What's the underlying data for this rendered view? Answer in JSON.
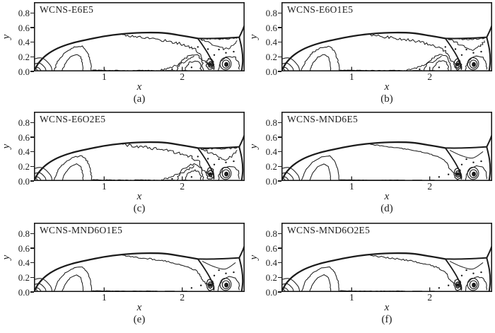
{
  "figure": {
    "background": "#ffffff",
    "ink": "#1c1c1c"
  },
  "chart_data": {
    "type": "heatmap",
    "note": "3x2 grid of density contour plots of a double Mach reflection computed with six WCNS schemes",
    "grid": {
      "rows": 3,
      "cols": 2
    },
    "axes": {
      "xlabel": "x",
      "ylabel": "y",
      "x_tick_values": [
        1,
        2
      ],
      "x_tick_labels": [
        "1",
        "2"
      ],
      "y_tick_values": [
        0.8,
        0.6,
        0.4,
        0.2,
        0.0
      ],
      "y_tick_labels": [
        "0.8",
        "0.6",
        "0.4",
        "0.2",
        "0.0"
      ],
      "x_range": [
        0.1,
        2.8
      ],
      "y_range": [
        0.0,
        0.95
      ],
      "grid_lines": false
    },
    "panels": [
      {
        "id": "a",
        "title": "WCNS-E6E5",
        "sublabel": "(a)",
        "family": "e6",
        "jitter": 1.0
      },
      {
        "id": "b",
        "title": "WCNS-E6O1E5",
        "sublabel": "(b)",
        "family": "e6",
        "jitter": 0.95
      },
      {
        "id": "c",
        "title": "WCNS-E6O2E5",
        "sublabel": "(c)",
        "family": "e6",
        "jitter": 1.05
      },
      {
        "id": "d",
        "title": "WCNS-MND6E5",
        "sublabel": "(d)",
        "family": "mnd",
        "jitter": 0.25
      },
      {
        "id": "e",
        "title": "WCNS-MND6O1E5",
        "sublabel": "(e)",
        "family": "mnd",
        "jitter": 0.5
      },
      {
        "id": "f",
        "title": "WCNS-MND6O2E5",
        "sublabel": "(f)",
        "family": "mnd",
        "jitter": 0.5
      }
    ],
    "features": [
      {
        "name": "bow-shock",
        "kind": "smooth",
        "family": "all",
        "lw": 2.3,
        "pts": [
          [
            0.1,
            0.0
          ],
          [
            0.16,
            0.115
          ],
          [
            0.26,
            0.225
          ],
          [
            0.4,
            0.315
          ],
          [
            0.58,
            0.385
          ],
          [
            0.8,
            0.44
          ],
          [
            1.05,
            0.49
          ],
          [
            1.3,
            0.52
          ],
          [
            1.55,
            0.532
          ],
          [
            1.78,
            0.525
          ],
          [
            2.0,
            0.49
          ],
          [
            2.2,
            0.452
          ]
        ]
      },
      {
        "name": "triple-point-bridge",
        "kind": "smooth",
        "family": "all",
        "lw": 2.0,
        "pts": [
          [
            2.2,
            0.452
          ],
          [
            2.38,
            0.452
          ],
          [
            2.56,
            0.458
          ],
          [
            2.73,
            0.468
          ]
        ]
      },
      {
        "name": "incident-shock",
        "kind": "smooth",
        "family": "all",
        "lw": 2.0,
        "pts": [
          [
            2.73,
            0.468
          ],
          [
            2.78,
            0.585
          ],
          [
            2.83,
            0.73
          ]
        ]
      },
      {
        "name": "mach-stem",
        "kind": "smooth",
        "family": "all",
        "lw": 2.0,
        "pts": [
          [
            2.73,
            0.468
          ],
          [
            2.765,
            0.3
          ],
          [
            2.775,
            0.14
          ],
          [
            2.76,
            0.0
          ]
        ]
      },
      {
        "name": "reflected-shock",
        "kind": "smooth",
        "family": "all",
        "lw": 1.8,
        "pts": [
          [
            2.2,
            0.452
          ],
          [
            2.27,
            0.345
          ],
          [
            2.345,
            0.215
          ],
          [
            2.4,
            0.09
          ],
          [
            2.405,
            0.03
          ]
        ]
      },
      {
        "name": "slip-line",
        "kind": "jaggy",
        "family": "all",
        "lw": 1.05,
        "amp": 0.02,
        "pts": [
          [
            1.24,
            0.503
          ],
          [
            1.42,
            0.475
          ],
          [
            1.62,
            0.45
          ],
          [
            1.82,
            0.415
          ],
          [
            1.98,
            0.378
          ],
          [
            2.1,
            0.335
          ],
          [
            2.18,
            0.29
          ],
          [
            2.225,
            0.245
          ]
        ]
      },
      {
        "name": "slip-tail",
        "kind": "jaggy",
        "family": "all",
        "lw": 1.05,
        "amp": 0.014,
        "pts": [
          [
            2.225,
            0.245
          ],
          [
            2.245,
            0.18
          ],
          [
            2.3,
            0.12
          ],
          [
            2.355,
            0.085
          ]
        ]
      },
      {
        "name": "fan-ring",
        "kind": "ellipse",
        "family": "all",
        "lw": 1.05,
        "c": [
          0.125,
          0.012
        ],
        "r": [
          0.018,
          0.02
        ]
      },
      {
        "name": "fan-arc-1",
        "kind": "smooth",
        "family": "all",
        "lw": 1.05,
        "pts": [
          [
            0.092,
            0.004
          ],
          [
            0.105,
            0.04
          ],
          [
            0.15,
            0.054
          ],
          [
            0.182,
            0.025
          ],
          [
            0.19,
            0.004
          ]
        ]
      },
      {
        "name": "fan-arc-2",
        "kind": "smooth",
        "family": "all",
        "lw": 1.05,
        "pts": [
          [
            0.051,
            0.004
          ],
          [
            0.077,
            0.084
          ],
          [
            0.172,
            0.113
          ],
          [
            0.24,
            0.052
          ],
          [
            0.256,
            0.004
          ]
        ]
      },
      {
        "name": "fan-arc-3",
        "kind": "smooth",
        "family": "all",
        "lw": 1.05,
        "pts": [
          [
            0.0,
            0.004
          ],
          [
            0.045,
            0.136
          ],
          [
            0.198,
            0.184
          ],
          [
            0.308,
            0.085
          ],
          [
            0.334,
            0.004
          ]
        ]
      },
      {
        "name": "expansion-loop-inner",
        "kind": "jaggy",
        "family": "all",
        "lw": 1.05,
        "amp": 0.006,
        "pts": [
          [
            0.46,
            0.004
          ],
          [
            0.5,
            0.11
          ],
          [
            0.565,
            0.195
          ],
          [
            0.645,
            0.235
          ],
          [
            0.7,
            0.2
          ],
          [
            0.725,
            0.1
          ],
          [
            0.73,
            0.004
          ]
        ]
      },
      {
        "name": "expansion-loop-outer",
        "kind": "jaggy",
        "family": "all",
        "lw": 1.05,
        "amp": 0.008,
        "pts": [
          [
            0.355,
            0.004
          ],
          [
            0.41,
            0.15
          ],
          [
            0.5,
            0.26
          ],
          [
            0.615,
            0.33
          ],
          [
            0.72,
            0.345
          ],
          [
            0.785,
            0.27
          ],
          [
            0.825,
            0.15
          ],
          [
            0.84,
            0.004
          ]
        ]
      },
      {
        "name": "wall-contour",
        "kind": "jaggy",
        "family": "all",
        "lw": 1.0,
        "amp": 0.004,
        "pts": [
          [
            0.85,
            0.018
          ],
          [
            1.05,
            0.014
          ],
          [
            1.3,
            0.012
          ],
          [
            1.55,
            0.014
          ],
          [
            1.68,
            0.012
          ]
        ]
      },
      {
        "name": "wall-dash-1",
        "kind": "smooth",
        "family": "all",
        "lw": 1.0,
        "pts": [
          [
            1.78,
            0.012
          ],
          [
            1.9,
            0.012
          ]
        ]
      },
      {
        "name": "wall-dash-2",
        "kind": "smooth",
        "family": "all",
        "lw": 1.0,
        "pts": [
          [
            2.0,
            0.012
          ],
          [
            2.06,
            0.012
          ]
        ]
      },
      {
        "name": "vortex-ring-1",
        "kind": "ellipse",
        "family": "all",
        "lw": 1.1,
        "c": [
          2.565,
          0.095
        ],
        "r": [
          0.022,
          0.028
        ]
      },
      {
        "name": "vortex-ring-2",
        "kind": "ellipse",
        "family": "all",
        "lw": 1.1,
        "c": [
          2.56,
          0.1
        ],
        "r": [
          0.047,
          0.055
        ]
      },
      {
        "name": "vortex-ring-3",
        "kind": "ellipse",
        "family": "all",
        "lw": 1.1,
        "c": [
          2.555,
          0.105
        ],
        "r": [
          0.072,
          0.083
        ]
      },
      {
        "name": "vortex-outer-loop",
        "kind": "jaggy",
        "family": "all",
        "lw": 1.05,
        "amp": 0.01,
        "pts": [
          [
            2.46,
            0.004
          ],
          [
            2.47,
            0.09
          ],
          [
            2.52,
            0.17
          ],
          [
            2.6,
            0.21
          ],
          [
            2.68,
            0.19
          ],
          [
            2.725,
            0.12
          ],
          [
            2.73,
            0.03
          ]
        ]
      },
      {
        "name": "vortex-core",
        "kind": "dot",
        "family": "all",
        "r": 2.4,
        "p": [
          2.565,
          0.095
        ]
      },
      {
        "name": "cluster-loop-1",
        "kind": "jaggy",
        "family": "all",
        "lw": 1.2,
        "amp": 0.012,
        "pts": [
          [
            2.31,
            0.095
          ],
          [
            2.325,
            0.16
          ],
          [
            2.355,
            0.175
          ],
          [
            2.39,
            0.15
          ],
          [
            2.4,
            0.095
          ],
          [
            2.39,
            0.04
          ],
          [
            2.355,
            0.02
          ],
          [
            2.325,
            0.045
          ],
          [
            2.31,
            0.095
          ]
        ]
      },
      {
        "name": "cluster-loop-2",
        "kind": "jaggy",
        "family": "all",
        "lw": 1.4,
        "amp": 0.01,
        "pts": [
          [
            2.33,
            0.095
          ],
          [
            2.345,
            0.135
          ],
          [
            2.365,
            0.14
          ],
          [
            2.385,
            0.12
          ],
          [
            2.385,
            0.07
          ],
          [
            2.36,
            0.05
          ],
          [
            2.34,
            0.065
          ],
          [
            2.33,
            0.095
          ]
        ]
      },
      {
        "name": "cluster-core",
        "kind": "dot",
        "family": "all",
        "r": 2.6,
        "p": [
          2.36,
          0.095
        ]
      },
      {
        "name": "mushroom-outer",
        "kind": "jaggy",
        "family": "e6",
        "lw": 1.05,
        "amp": 0.014,
        "pts": [
          [
            1.93,
            0.004
          ],
          [
            1.95,
            0.08
          ],
          [
            2.0,
            0.15
          ],
          [
            2.07,
            0.205
          ],
          [
            2.15,
            0.23
          ],
          [
            2.215,
            0.21
          ],
          [
            2.25,
            0.15
          ],
          [
            2.265,
            0.07
          ],
          [
            2.27,
            0.004
          ]
        ]
      },
      {
        "name": "mushroom-inner",
        "kind": "jaggy",
        "family": "e6",
        "lw": 1.05,
        "amp": 0.012,
        "pts": [
          [
            2.03,
            0.004
          ],
          [
            2.05,
            0.07
          ],
          [
            2.1,
            0.125
          ],
          [
            2.165,
            0.15
          ],
          [
            2.215,
            0.125
          ],
          [
            2.235,
            0.06
          ],
          [
            2.24,
            0.004
          ]
        ]
      },
      {
        "name": "wall-diagonal",
        "kind": "jaggy",
        "family": "e6",
        "lw": 1.0,
        "amp": 0.014,
        "pts": [
          [
            1.7,
            0.012
          ],
          [
            1.83,
            0.045
          ],
          [
            1.96,
            0.095
          ],
          [
            2.07,
            0.15
          ],
          [
            2.15,
            0.21
          ]
        ]
      },
      {
        "name": "triangle-v",
        "kind": "jaggy",
        "family": "e6",
        "lw": 1.0,
        "amp": 0.016,
        "pts": [
          [
            2.24,
            0.44
          ],
          [
            2.33,
            0.4
          ],
          [
            2.44,
            0.345
          ],
          [
            2.55,
            0.3
          ],
          [
            2.65,
            0.345
          ],
          [
            2.7,
            0.42
          ]
        ]
      },
      {
        "name": "triangle-upper",
        "kind": "jaggy",
        "family": "e6",
        "lw": 1.0,
        "amp": 0.01,
        "pts": [
          [
            2.24,
            0.435
          ],
          [
            2.34,
            0.45
          ],
          [
            2.46,
            0.44
          ],
          [
            2.58,
            0.445
          ],
          [
            2.7,
            0.455
          ]
        ]
      },
      {
        "name": "triangle-line",
        "kind": "smooth",
        "family": "mnd",
        "lw": 1.0,
        "pts": [
          [
            2.26,
            0.42
          ],
          [
            2.4,
            0.35
          ],
          [
            2.55,
            0.315
          ],
          [
            2.68,
            0.4
          ]
        ]
      },
      {
        "name": "speck-1",
        "kind": "dot",
        "family": "all",
        "r": 1.2,
        "p": [
          2.47,
          0.3
        ]
      },
      {
        "name": "speck-2",
        "kind": "dot",
        "family": "all",
        "r": 1.2,
        "p": [
          2.41,
          0.225
        ]
      },
      {
        "name": "speck-3",
        "kind": "dot",
        "family": "all",
        "r": 1.2,
        "p": [
          2.56,
          0.255
        ]
      },
      {
        "name": "speck-4",
        "kind": "dot",
        "family": "all",
        "r": 1.2,
        "p": [
          2.66,
          0.27
        ]
      },
      {
        "name": "speck-5",
        "kind": "dot",
        "family": "all",
        "r": 1.2,
        "p": [
          2.12,
          0.055
        ]
      },
      {
        "name": "speck-6",
        "kind": "dot",
        "family": "e6",
        "r": 1.2,
        "p": [
          1.87,
          0.03
        ]
      },
      {
        "name": "speck-7",
        "kind": "dot",
        "family": "e6",
        "r": 1.2,
        "p": [
          2.2,
          0.335
        ]
      },
      {
        "name": "speck-8",
        "kind": "dot",
        "family": "e6",
        "r": 1.2,
        "p": [
          2.33,
          0.305
        ]
      },
      {
        "name": "speck-9",
        "kind": "dot",
        "family": "mnd",
        "r": 1.2,
        "p": [
          2.24,
          0.09
        ]
      }
    ]
  }
}
